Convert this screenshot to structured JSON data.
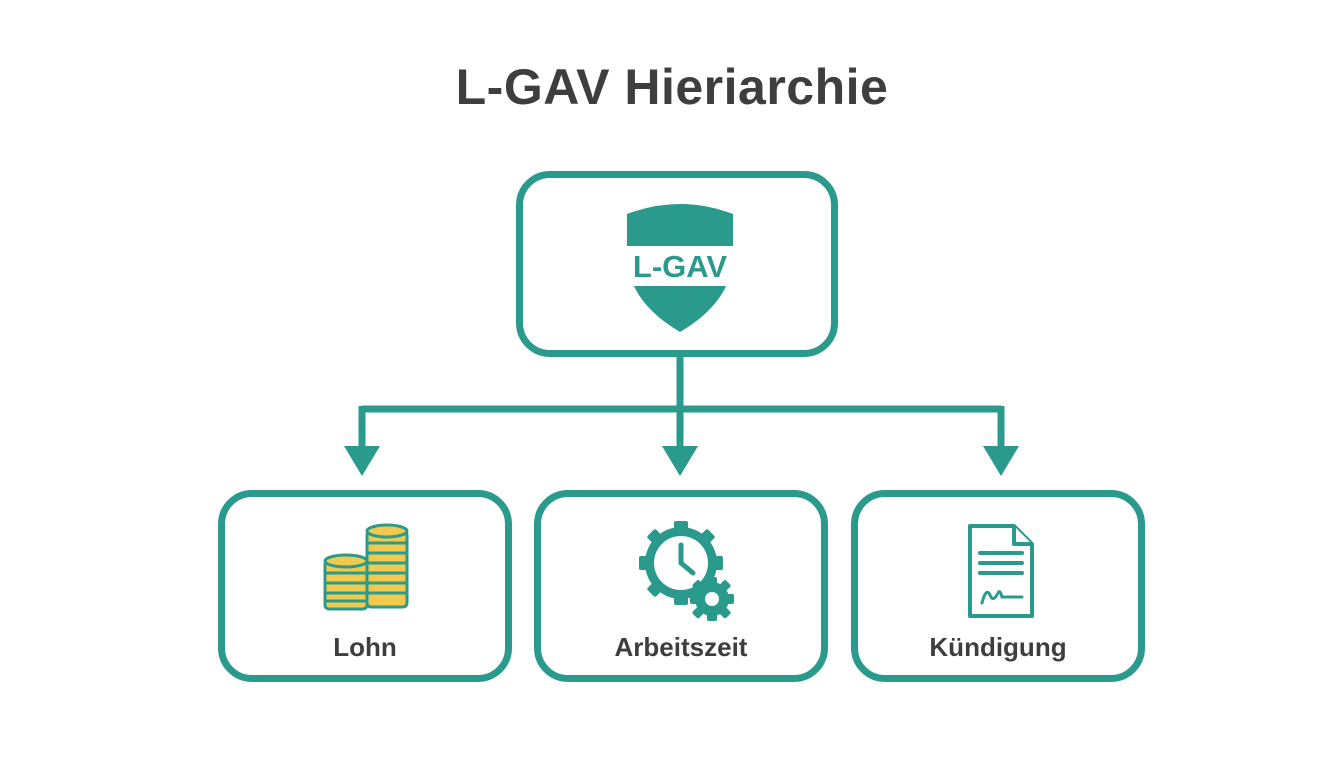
{
  "diagram": {
    "title": "L-GAV Hieriarchie",
    "root": {
      "badge_text": "L-GAV",
      "icon": "shield-icon"
    },
    "children": [
      {
        "label": "Lohn",
        "icon": "coins-icon"
      },
      {
        "label": "Arbeitszeit",
        "icon": "clock-gear-icon"
      },
      {
        "label": "Kündigung",
        "icon": "signed-document-icon"
      }
    ],
    "colors": {
      "accent": "#2a9a8d",
      "text": "#3e3e3e",
      "coin_fill": "#f0c94e",
      "background": "#ffffff"
    }
  }
}
